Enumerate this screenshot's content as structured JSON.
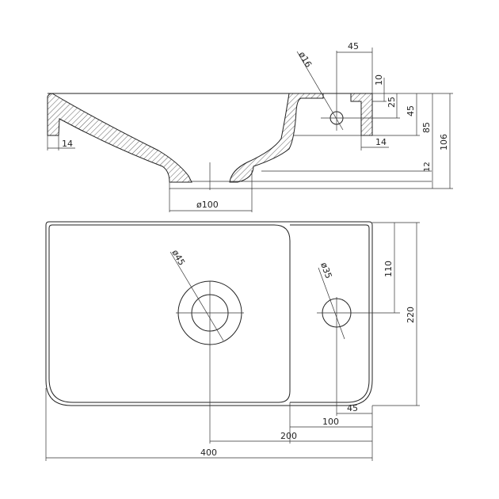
{
  "section_view": {
    "dims": {
      "hole_diameter": "ø16",
      "tap_offset": "45",
      "top_thick": "10",
      "hole_height": "25",
      "block_height": "45",
      "inner_depth": "85",
      "total_height": "106",
      "wall_thick_left": "14",
      "wall_thick_right": "14",
      "bottom_thick": "12",
      "drain_diameter": "ø100"
    }
  },
  "plan_view": {
    "dims": {
      "drain_diameter": "ø45",
      "tap_diameter": "ø35",
      "tap_from_top": "110",
      "depth": "220",
      "tap_from_right": "45",
      "basin_edge_from_right": "100",
      "drain_from_right": "200",
      "width": "400"
    }
  },
  "colors": {
    "line": "#222222",
    "background": "#ffffff"
  }
}
